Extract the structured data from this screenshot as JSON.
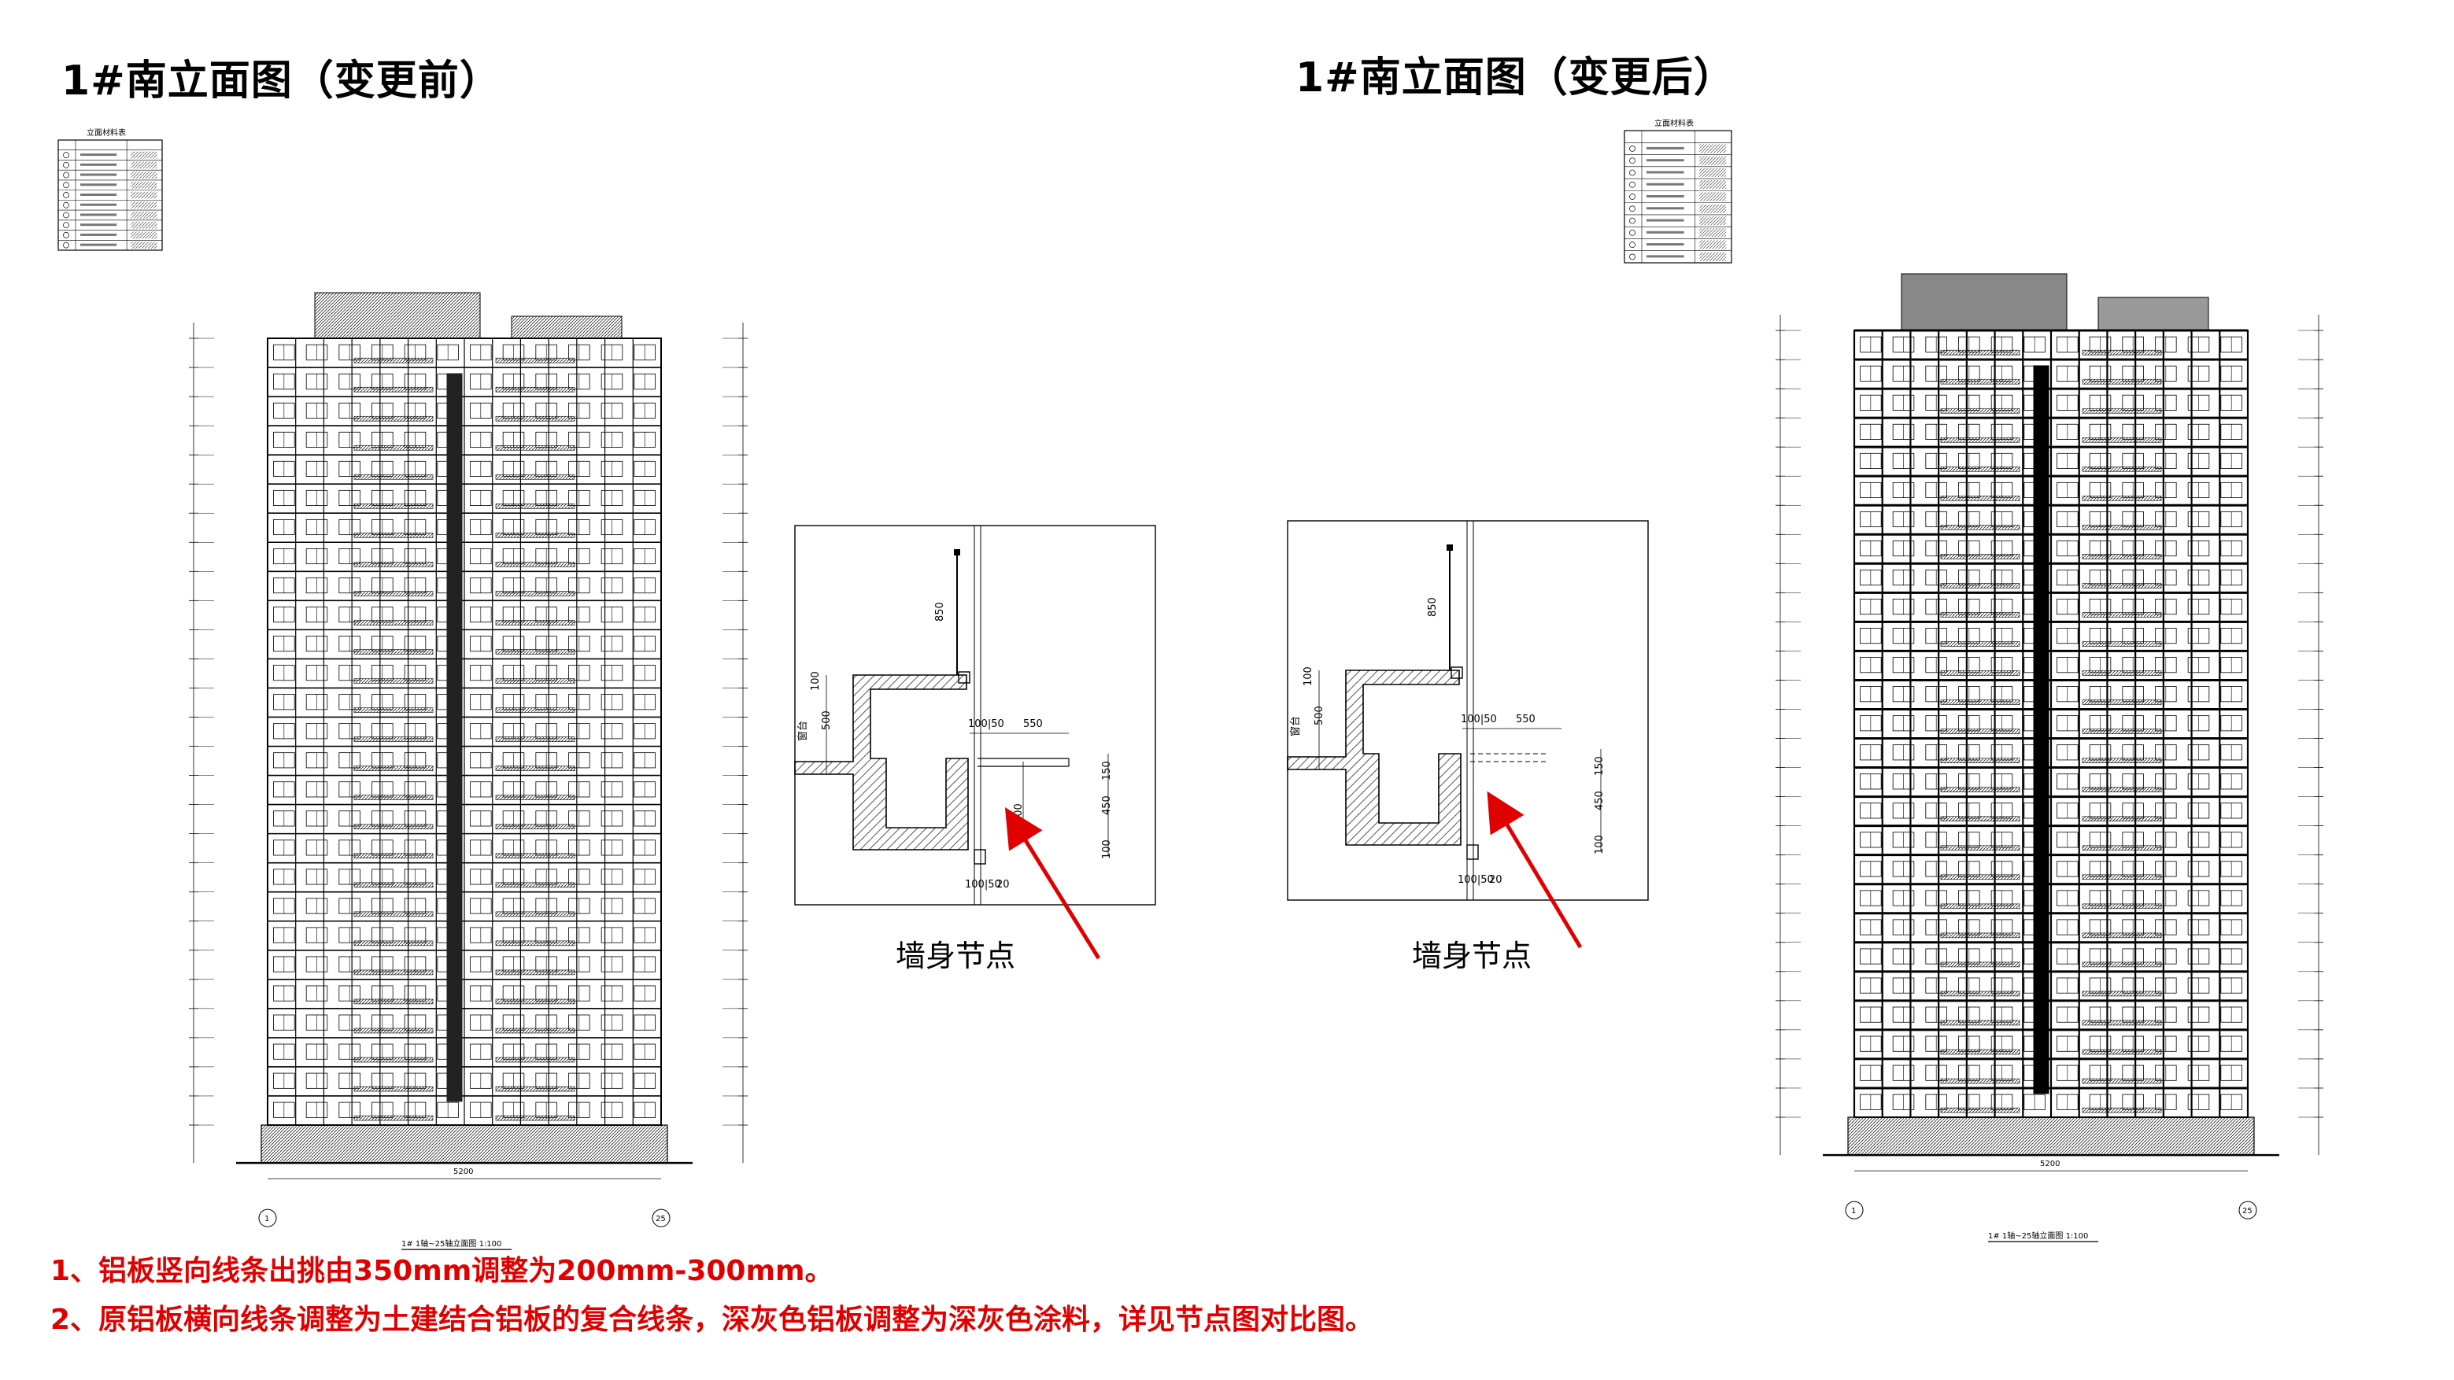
{
  "titles": {
    "left": "1#南立面图（变更前）",
    "right": "1#南立面图（变更后）"
  },
  "legend_tables": {
    "left": {
      "title": "立面材料表",
      "rows": 10
    },
    "right": {
      "title": "立面材料表",
      "rows": 10
    }
  },
  "elevations": {
    "left": {
      "caption": "1# 1轴~25轴立面图 1:100",
      "floors": 27,
      "axis_start": "1",
      "axis_end": "25",
      "total_width": "5200"
    },
    "right": {
      "caption": "1# 1轴~25轴立面图 1:100",
      "floors": 27,
      "axis_start": "1",
      "axis_end": "25",
      "total_width": "5200"
    }
  },
  "details": {
    "left": {
      "caption": "墙身节点",
      "dims": {
        "top": "850",
        "mid": "550",
        "side_top": "100",
        "side_mid": "500",
        "side_label": "窗台",
        "right_top": "150",
        "right_mid": "450",
        "right_bottom": "100",
        "small_a": "100",
        "small_b": "50",
        "inner": "700",
        "bottom": "20"
      }
    },
    "right": {
      "caption": "墙身节点",
      "dims": {
        "top": "850",
        "mid": "550",
        "side_top": "100",
        "side_mid": "500",
        "side_label": "窗台",
        "right_top": "150",
        "right_mid": "450",
        "right_bottom": "100",
        "small_a": "100",
        "small_b": "50",
        "bottom": "20"
      }
    }
  },
  "notes": [
    "1、铝板竖向线条出挑由350mm调整为200mm-300mm。",
    "2、原铝板横向线条调整为土建结合铝板的复合线条，深灰色铝板调整为深灰色涂料，详见节点图对比图。"
  ],
  "colors": {
    "note": "#e00000",
    "arrow": "#e00000",
    "line": "#000000",
    "hatch": "#555555"
  }
}
